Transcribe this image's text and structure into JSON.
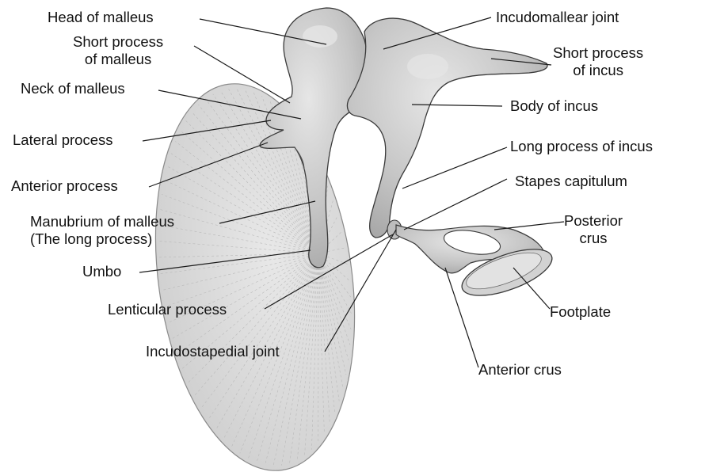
{
  "labels": {
    "head_of_malleus": "Head of malleus",
    "short_process_of_malleus": [
      "Short process",
      "of malleus"
    ],
    "neck_of_malleus": "Neck of malleus",
    "lateral_process": "Lateral process",
    "anterior_process": "Anterior process",
    "manubrium_of_malleus": [
      "Manubrium of malleus",
      "(The long process)"
    ],
    "umbo": "Umbo",
    "lenticular_process": "Lenticular process",
    "incudostapedial_joint": "Incudostapedial joint",
    "incudomallear_joint": "Incudomallear joint",
    "short_process_of_incus": [
      "Short process",
      "of incus"
    ],
    "body_of_incus": "Body of incus",
    "long_process_of_incus": "Long process of incus",
    "stapes_capitulum": "Stapes capitulum",
    "posterior_crus": [
      "Posterior",
      "crus"
    ],
    "footplate": "Footplate",
    "anterior_crus": "Anterior crus"
  },
  "colors": {
    "bone_fill": "#c9c9c9",
    "bone_highlight": "#e2e2e2",
    "bone_stroke": "#3a3a3a",
    "membrane_fill": "#d8d8d8",
    "leader_line": "#1a1a1a"
  }
}
